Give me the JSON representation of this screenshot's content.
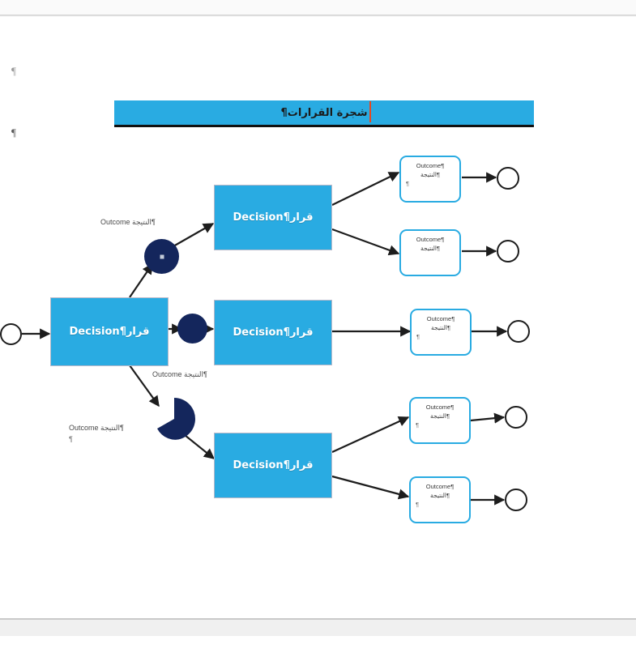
{
  "app": {
    "background_color": "#ffffff",
    "accent_color": "#29ABE2",
    "chance_color": "#14265c",
    "caret_color": "#e8471f"
  },
  "document": {
    "title_banner": {
      "text": "شجرة القرارات¶",
      "fill_color": "#29ABE2",
      "underline_color": "#111111"
    },
    "margin_marks": [
      "¶",
      "¶"
    ]
  },
  "chart_data": {
    "type": "diagram",
    "title": "شجرة القرارات¶",
    "diagram_kind": "decision-tree",
    "root": {
      "start_terminal": "start-circle",
      "decision": {
        "label_en": "Decision",
        "label_ar": "قرار¶"
      }
    },
    "nodes": {
      "decisions": [
        {
          "id": "decision-root",
          "label_en": "Decision",
          "label_ar": "قرار¶"
        },
        {
          "id": "decision-top",
          "label_en": "Decision",
          "label_ar": "قرار¶"
        },
        {
          "id": "decision-middle",
          "label_en": "Decision",
          "label_ar": "قرار¶"
        },
        {
          "id": "decision-bottom",
          "label_en": "Decision",
          "label_ar": "قرار¶"
        }
      ],
      "chance": [
        {
          "id": "chance-top",
          "shape": "circle-with-dot"
        },
        {
          "id": "chance-middle",
          "shape": "circle"
        },
        {
          "id": "chance-bottom",
          "shape": "pac"
        }
      ],
      "outcomes": [
        {
          "id": "outcome-1",
          "line1": "Outcome¶",
          "line2": "النتيجة¶",
          "line3": "¶"
        },
        {
          "id": "outcome-2",
          "line1": "Outcome¶",
          "line2": "النتيجة¶",
          "line3": ""
        },
        {
          "id": "outcome-3",
          "line1": "Outcome¶",
          "line2": "النتيجة¶",
          "line3": "¶"
        },
        {
          "id": "outcome-4",
          "line1": "Outcome¶",
          "line2": "النتيجة¶",
          "line3": "¶"
        },
        {
          "id": "outcome-5",
          "line1": "Outcome¶",
          "line2": "النتيجة¶",
          "line3": "¶"
        }
      ],
      "terminals": [
        "end-1",
        "end-2",
        "end-3",
        "end-4",
        "end-5"
      ]
    },
    "edge_labels": [
      {
        "id": "edge-label-top",
        "text": "Outcome النتيجة¶",
        "tail": ""
      },
      {
        "id": "edge-label-middle",
        "text": "Outcome النتيجة¶",
        "tail": ""
      },
      {
        "id": "edge-label-bottom",
        "text": "Outcome النتيجة¶",
        "tail": "¶"
      }
    ]
  }
}
